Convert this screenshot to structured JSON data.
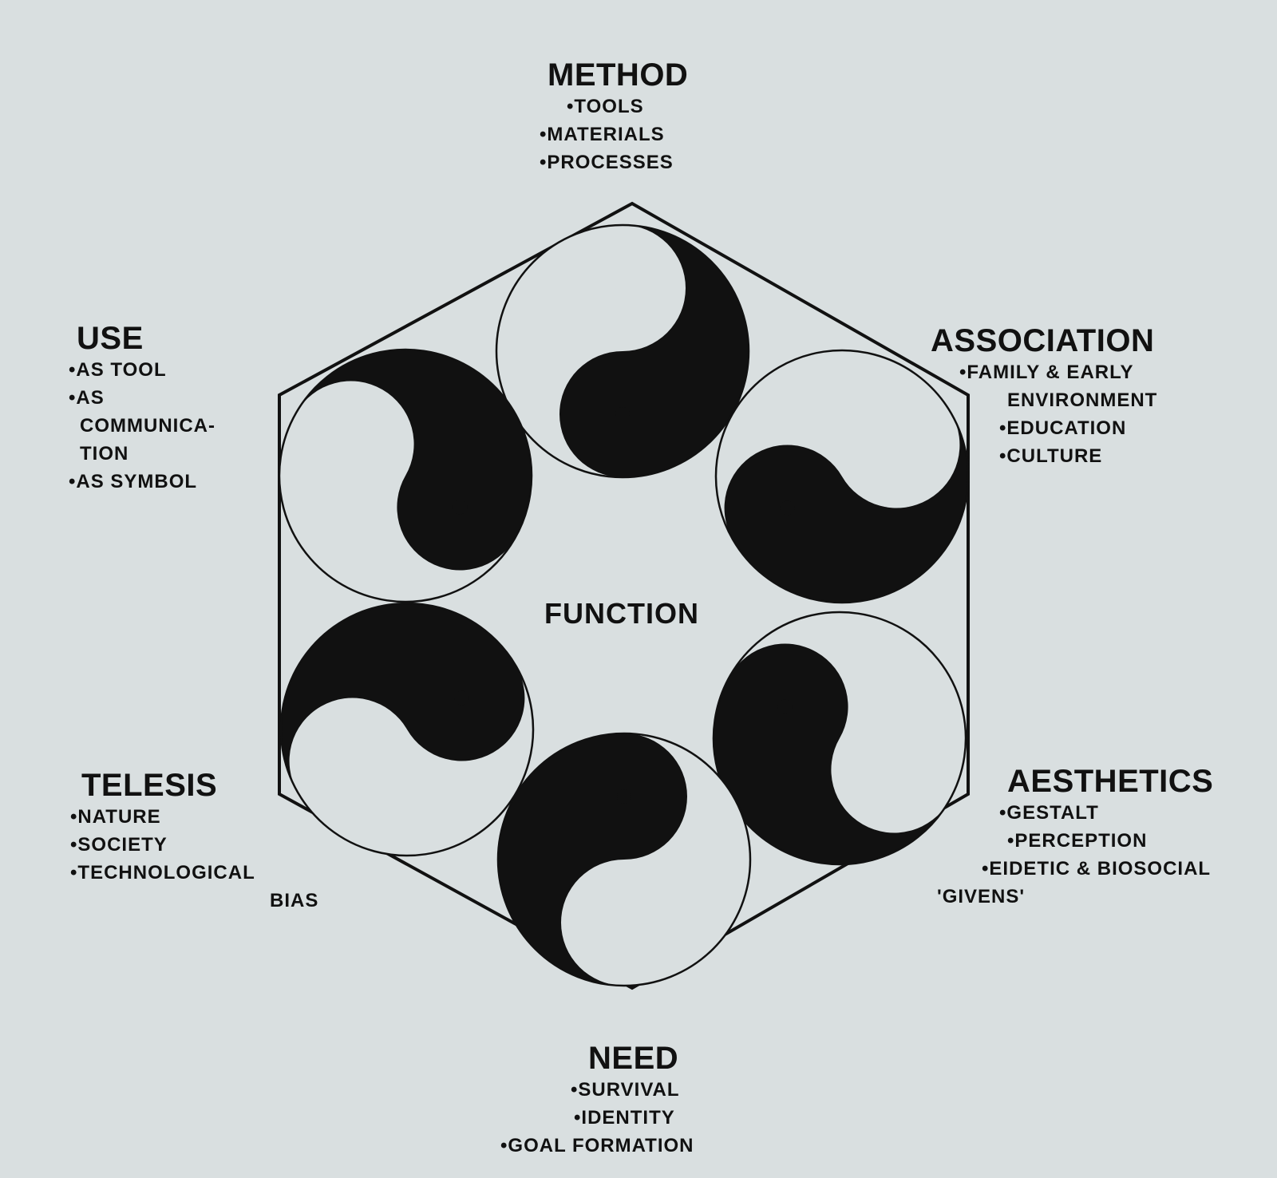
{
  "colors": {
    "paper": "#d9dfe0",
    "ink": "#111111"
  },
  "center": {
    "title": "FUNCTION"
  },
  "labels": {
    "method": {
      "title": "METHOD",
      "items": [
        "•TOOLS",
        "•MATERIALS",
        "•PROCESSES"
      ]
    },
    "association": {
      "title": "ASSOCIATION",
      "items": [
        "•FAMILY & EARLY",
        "ENVIRONMENT",
        "•EDUCATION",
        "•CULTURE"
      ]
    },
    "aesthetics": {
      "title": "AESTHETICS",
      "items": [
        "•GESTALT",
        "•PERCEPTION",
        "•EIDETIC & BIOSOCIAL",
        "'GIVENS'"
      ]
    },
    "need": {
      "title": "NEED",
      "items": [
        "•SURVIVAL",
        "•IDENTITY",
        "•GOAL FORMATION"
      ]
    },
    "telesis": {
      "title": "TELESIS",
      "items": [
        "•NATURE",
        "•SOCIETY",
        "•TECHNOLOGICAL",
        "BIAS"
      ]
    },
    "use": {
      "title": "USE",
      "items": [
        "•AS TOOL",
        "•AS",
        "COMMUNICA-",
        "TION",
        "•AS SYMBOL"
      ]
    }
  }
}
